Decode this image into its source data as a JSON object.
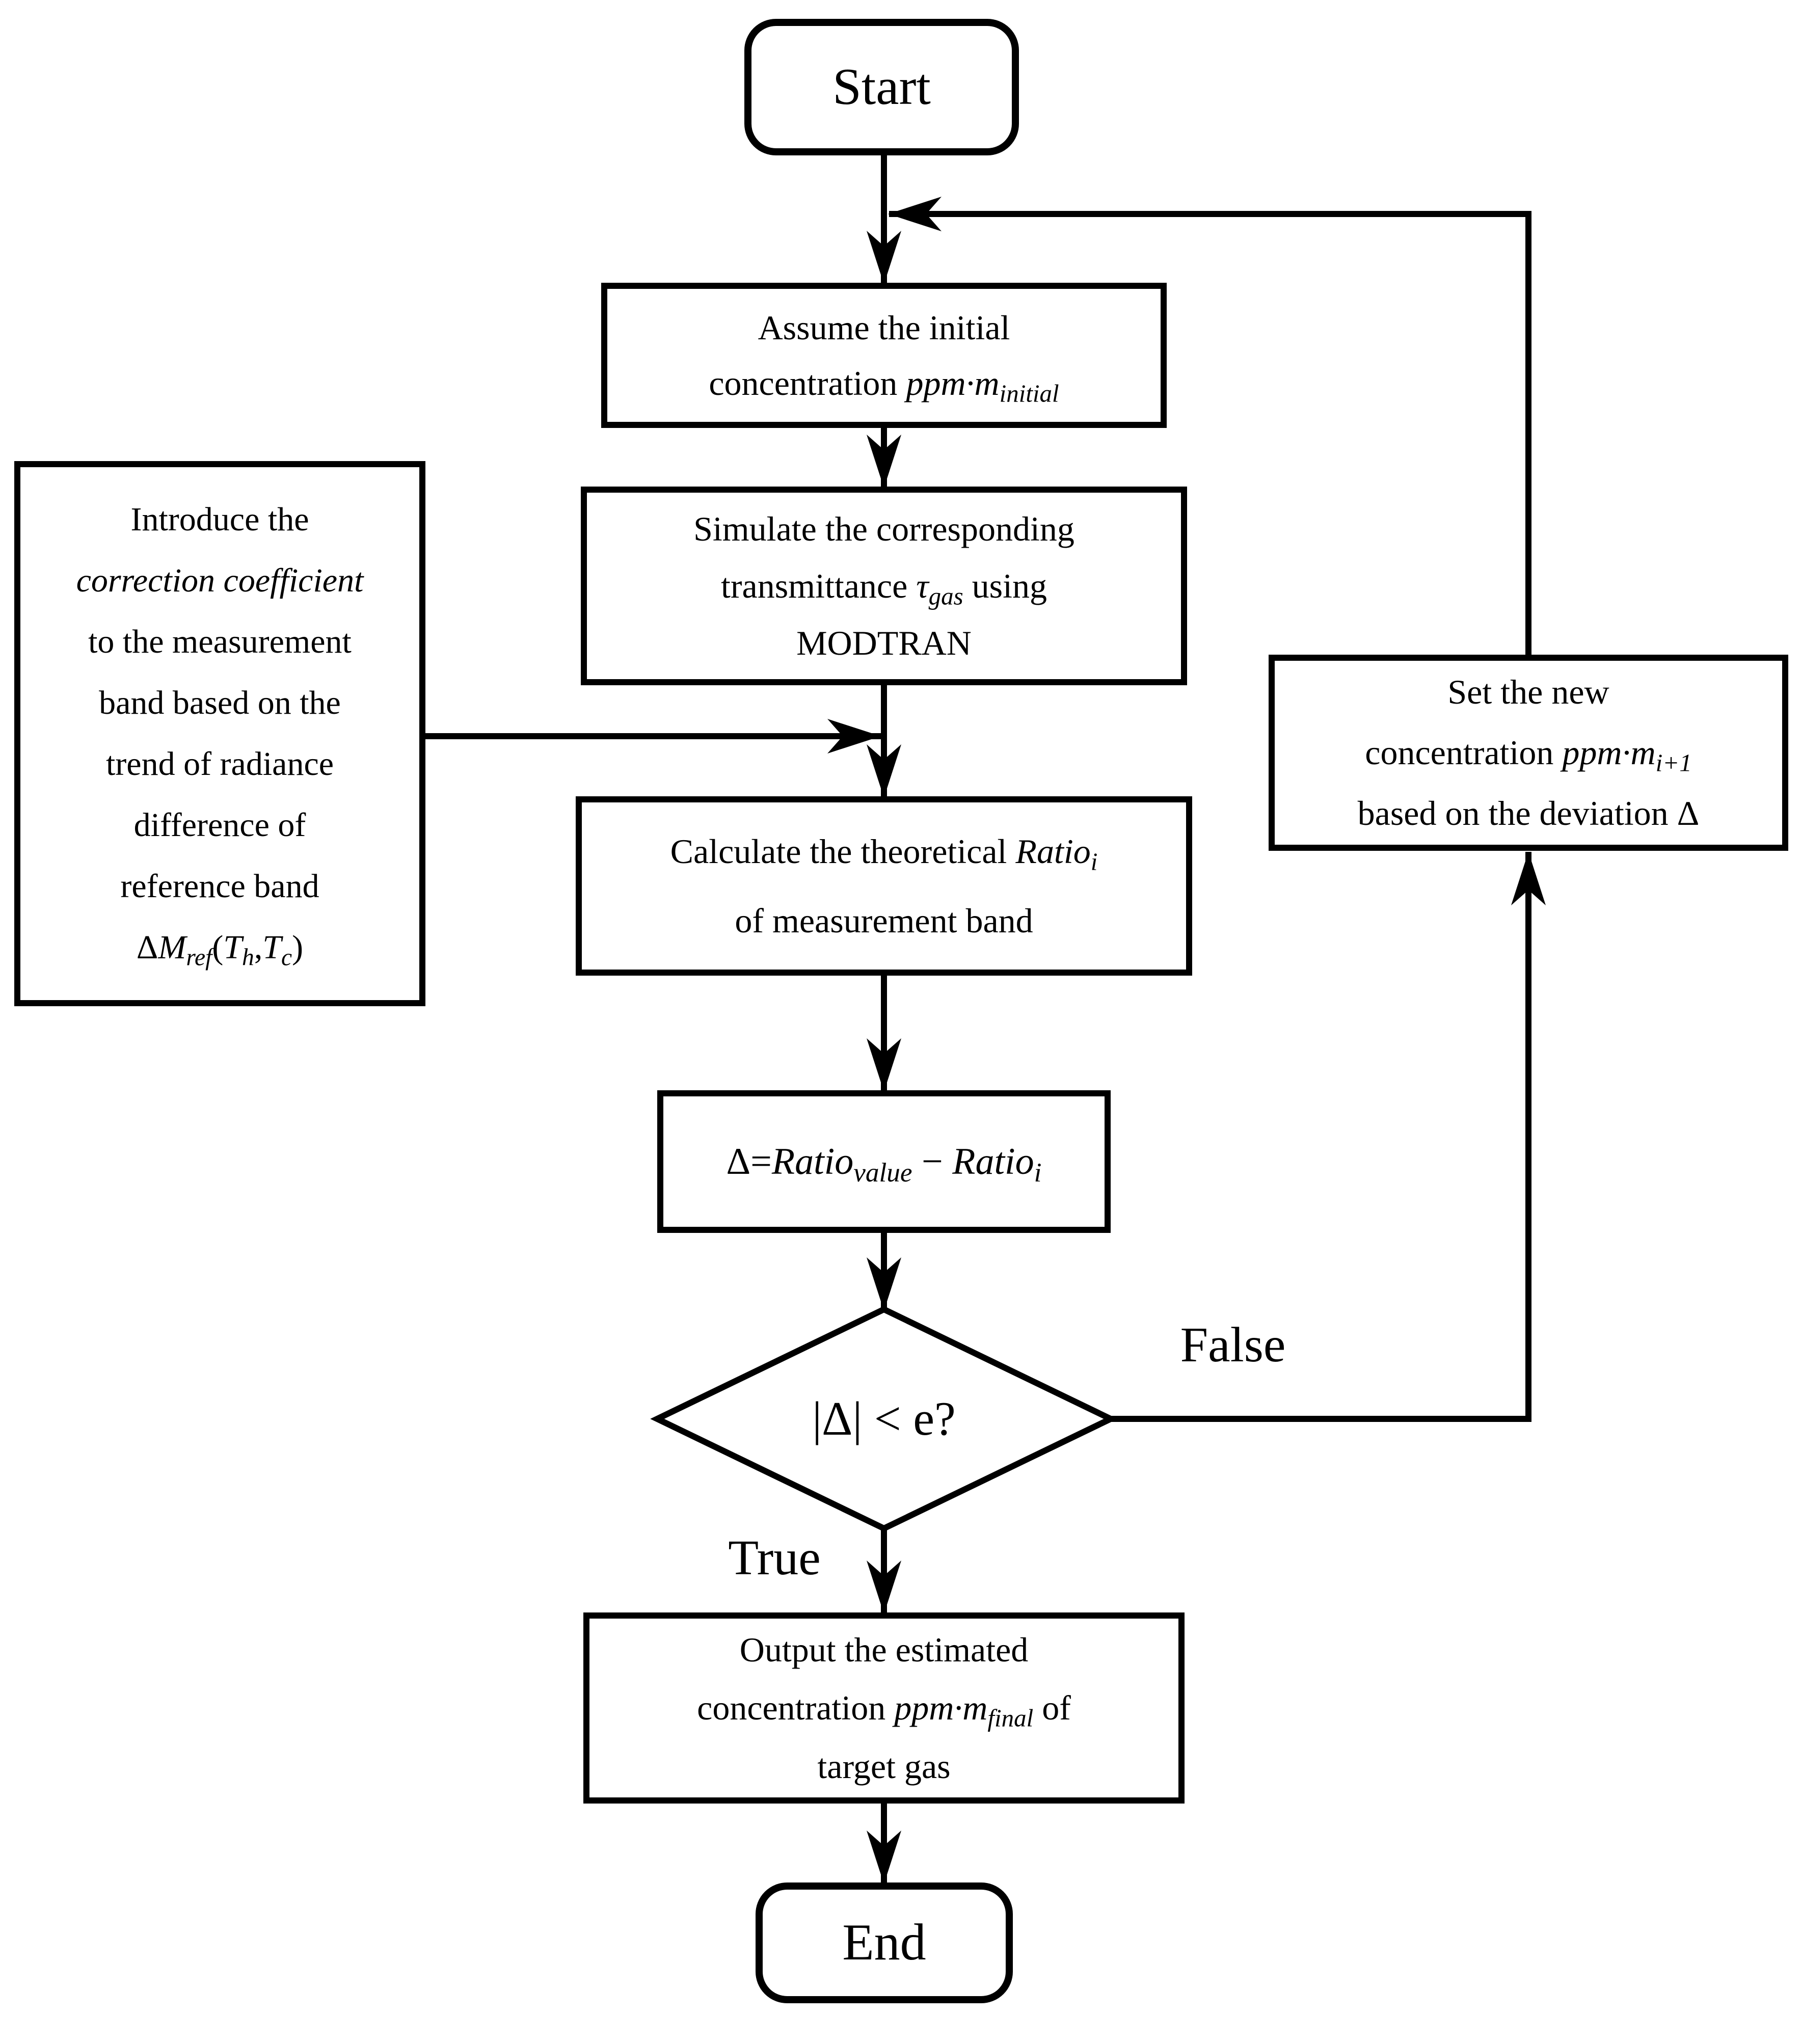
{
  "colors": {
    "ink": "#000000",
    "background": "#ffffff"
  },
  "nodes": {
    "start": {
      "label": "Start"
    },
    "assume": {
      "line1": "Assume the initial",
      "line2_pre": "concentration ",
      "line2_var": "ppm·m",
      "line2_sub": "initial"
    },
    "simulate": {
      "line1": "Simulate the corresponding",
      "line2_pre": "transmittance ",
      "line2_var": "τ",
      "line2_sub": "gas",
      "line2_post": " using",
      "line3": "MODTRAN"
    },
    "correction": {
      "line1": "Introduce the",
      "line2": "correction coefficient",
      "line3": "to the measurement",
      "line4": "band based on the",
      "line5": "trend of radiance",
      "line6": "difference of",
      "line7": "reference band",
      "f_delta": "Δ",
      "f_var": "M",
      "f_sub": "ref",
      "f_open": "(",
      "f_t1": "T",
      "f_t1sub": "h",
      "f_comma": ",",
      "f_t2": "T",
      "f_t2sub": "c",
      "f_close": ")"
    },
    "calculate": {
      "line1_pre": "Calculate the theoretical ",
      "line1_var": "Ratio",
      "line1_sub": "i",
      "line2": "of measurement band"
    },
    "delta": {
      "pre": "Δ=",
      "var1": "Ratio",
      "sub1": "value",
      "mid": " − ",
      "var2": "Ratio",
      "sub2": "i"
    },
    "decision": {
      "label": "|Δ| < e?"
    },
    "set": {
      "line1": "Set the new",
      "line2_pre": "concentration ",
      "line2_var": "ppm·m",
      "line2_sub": "i+1",
      "line3": "based on the deviation Δ"
    },
    "output": {
      "line1": "Output the estimated",
      "line2_pre": "concentration ",
      "line2_var": "ppm·m",
      "line2_sub": "final",
      "line2_post": " of",
      "line3": "target gas"
    },
    "end": {
      "label": "End"
    }
  },
  "edges": {
    "true_label": "True",
    "false_label": "False"
  }
}
